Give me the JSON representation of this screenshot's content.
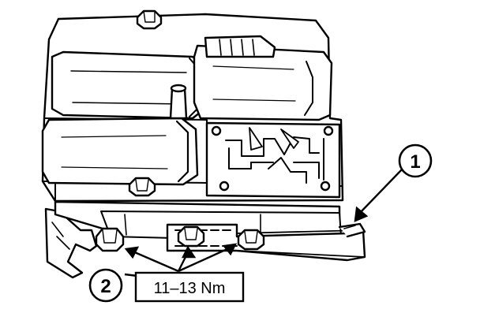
{
  "callouts": {
    "item_1": "1",
    "item_2": "2"
  },
  "torque_label": "11–13 Nm",
  "colors": {
    "line": "#000000",
    "fill": "#ffffff",
    "background": "#ffffff"
  }
}
